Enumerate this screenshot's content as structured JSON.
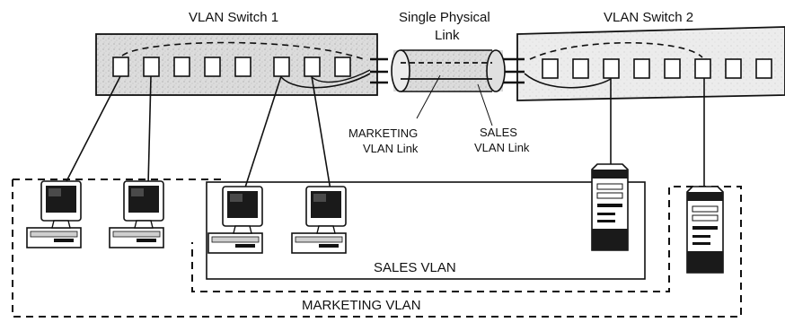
{
  "labels": {
    "switch1": "VLAN Switch 1",
    "switch2": "VLAN Switch 2",
    "physical_link_line1": "Single Physical",
    "physical_link_line2": "Link",
    "marketing_link_line1": "MARKETING",
    "marketing_link_line2": "VLAN Link",
    "sales_link_line1": "SALES",
    "sales_link_line2": "VLAN Link",
    "sales_vlan": "SALES VLAN",
    "marketing_vlan": "MARKETING VLAN"
  },
  "icons": {
    "switch": "switch-icon",
    "port": "port-icon",
    "pc": "desktop-computer-icon",
    "server": "tower-server-icon",
    "trunk": "trunk-cable-icon"
  },
  "colors": {
    "line": "#111111",
    "switch_fill": "#d9d9d9",
    "screen": "#1a1a1a"
  }
}
